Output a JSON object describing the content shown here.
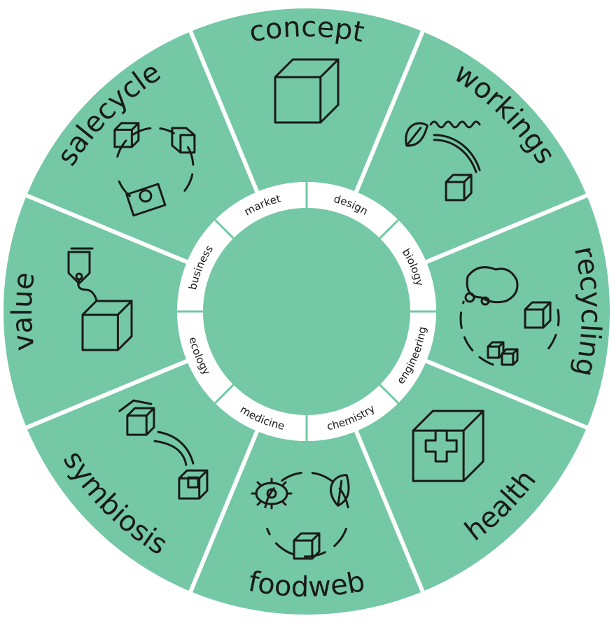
{
  "colors": {
    "segment_fill": "#74c8a5",
    "divider": "#ffffff",
    "ink": "#1a1a1a",
    "inner_band": "#ffffff"
  },
  "outer_segments": [
    {
      "label": "concept",
      "icon": "cube-icon"
    },
    {
      "label": "workings",
      "icon": "leaf-to-cube-icon"
    },
    {
      "label": "recycling",
      "icon": "recycling-cubes-icon"
    },
    {
      "label": "health",
      "icon": "medical-cube-icon"
    },
    {
      "label": "foodweb",
      "icon": "food-chain-icon"
    },
    {
      "label": "symbiosis",
      "icon": "symbiosis-icon"
    },
    {
      "label": "value",
      "icon": "price-tag-cube-icon"
    },
    {
      "label": "salecycle",
      "icon": "sale-cycle-icon"
    }
  ],
  "inner_segments": [
    {
      "label": "design"
    },
    {
      "label": "biology"
    },
    {
      "label": "engineering"
    },
    {
      "label": "chemistry"
    },
    {
      "label": "medicine"
    },
    {
      "label": "ecology"
    },
    {
      "label": "business"
    },
    {
      "label": "market"
    }
  ]
}
